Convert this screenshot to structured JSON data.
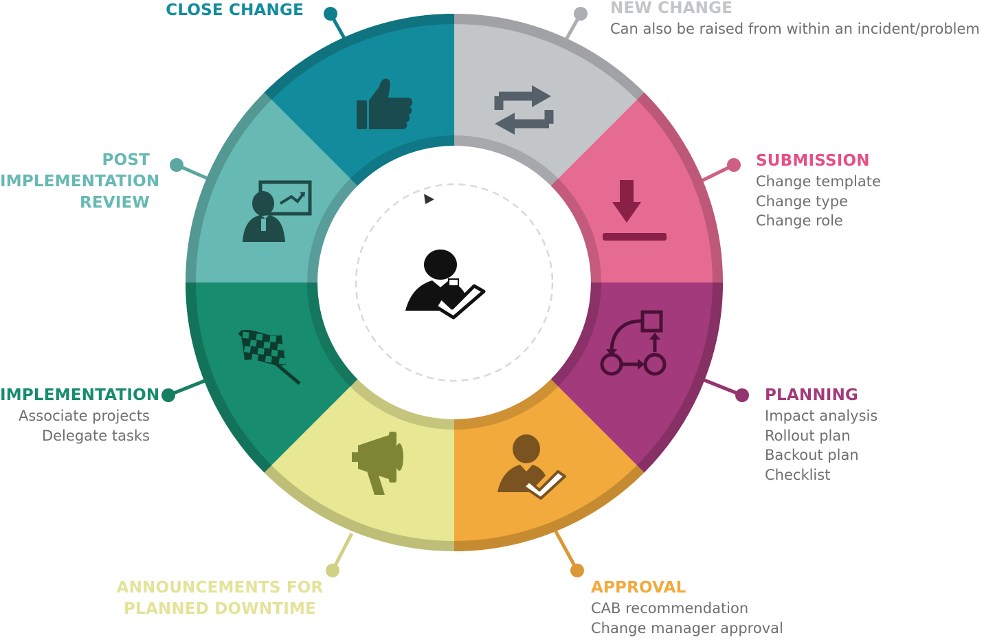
{
  "colors": {
    "close_change": "#128c9c",
    "new_change": "#c3c6c9",
    "submission": "#e66b92",
    "planning": "#a33a7b",
    "approval": "#f2aa3c",
    "announcements": "#e8e894",
    "implementation": "#178c6e",
    "post_implementation_review": "#67b9b4",
    "icon_dark": "#1a4b4e"
  },
  "stages": [
    {
      "key": "close_change",
      "title": "CLOSE CHANGE",
      "details": [],
      "icon": "thumbs-up-icon",
      "color": "#128c9c",
      "title_color": "#128c9c"
    },
    {
      "key": "new_change",
      "title": "NEW CHANGE",
      "details": [
        "Can also be raised from within an incident/problem"
      ],
      "icon": "refresh-cycle-icon",
      "color": "#c3c6c9",
      "title_color": "#c3c6c9"
    },
    {
      "key": "submission",
      "title": "SUBMISSION",
      "details": [
        "Change template",
        "Change type",
        "Change role"
      ],
      "icon": "download-icon",
      "color": "#e66b92",
      "title_color": "#e64f86"
    },
    {
      "key": "planning",
      "title": "PLANNING",
      "details": [
        "Impact analysis",
        "Rollout plan",
        "Backout plan",
        "Checklist"
      ],
      "icon": "workflow-icon",
      "color": "#a33a7b",
      "title_color": "#a33a7b"
    },
    {
      "key": "approval",
      "title": "APPROVAL",
      "details": [
        "CAB recommendation",
        "Change manager approval"
      ],
      "icon": "approver-icon",
      "color": "#f2aa3c",
      "title_color": "#f2aa3c"
    },
    {
      "key": "announcements",
      "title": "ANNOUNCEMENTS FOR\nPLANNED DOWNTIME",
      "details": [],
      "icon": "megaphone-icon",
      "color": "#e8e894",
      "title_color": "#e3e39a"
    },
    {
      "key": "implementation",
      "title": "IMPLEMENTATION",
      "details": [
        "Associate projects",
        "Delegate tasks"
      ],
      "icon": "checkered-flag-icon",
      "color": "#178c6e",
      "title_color": "#178c6e"
    },
    {
      "key": "post_implementation_review",
      "title": "POST\nIMPLEMENTATION\nREVIEW",
      "details": [],
      "icon": "presentation-icon",
      "color": "#67b9b4",
      "title_color": "#67b9b4"
    }
  ],
  "center": {
    "icon": "change-manager-icon"
  }
}
